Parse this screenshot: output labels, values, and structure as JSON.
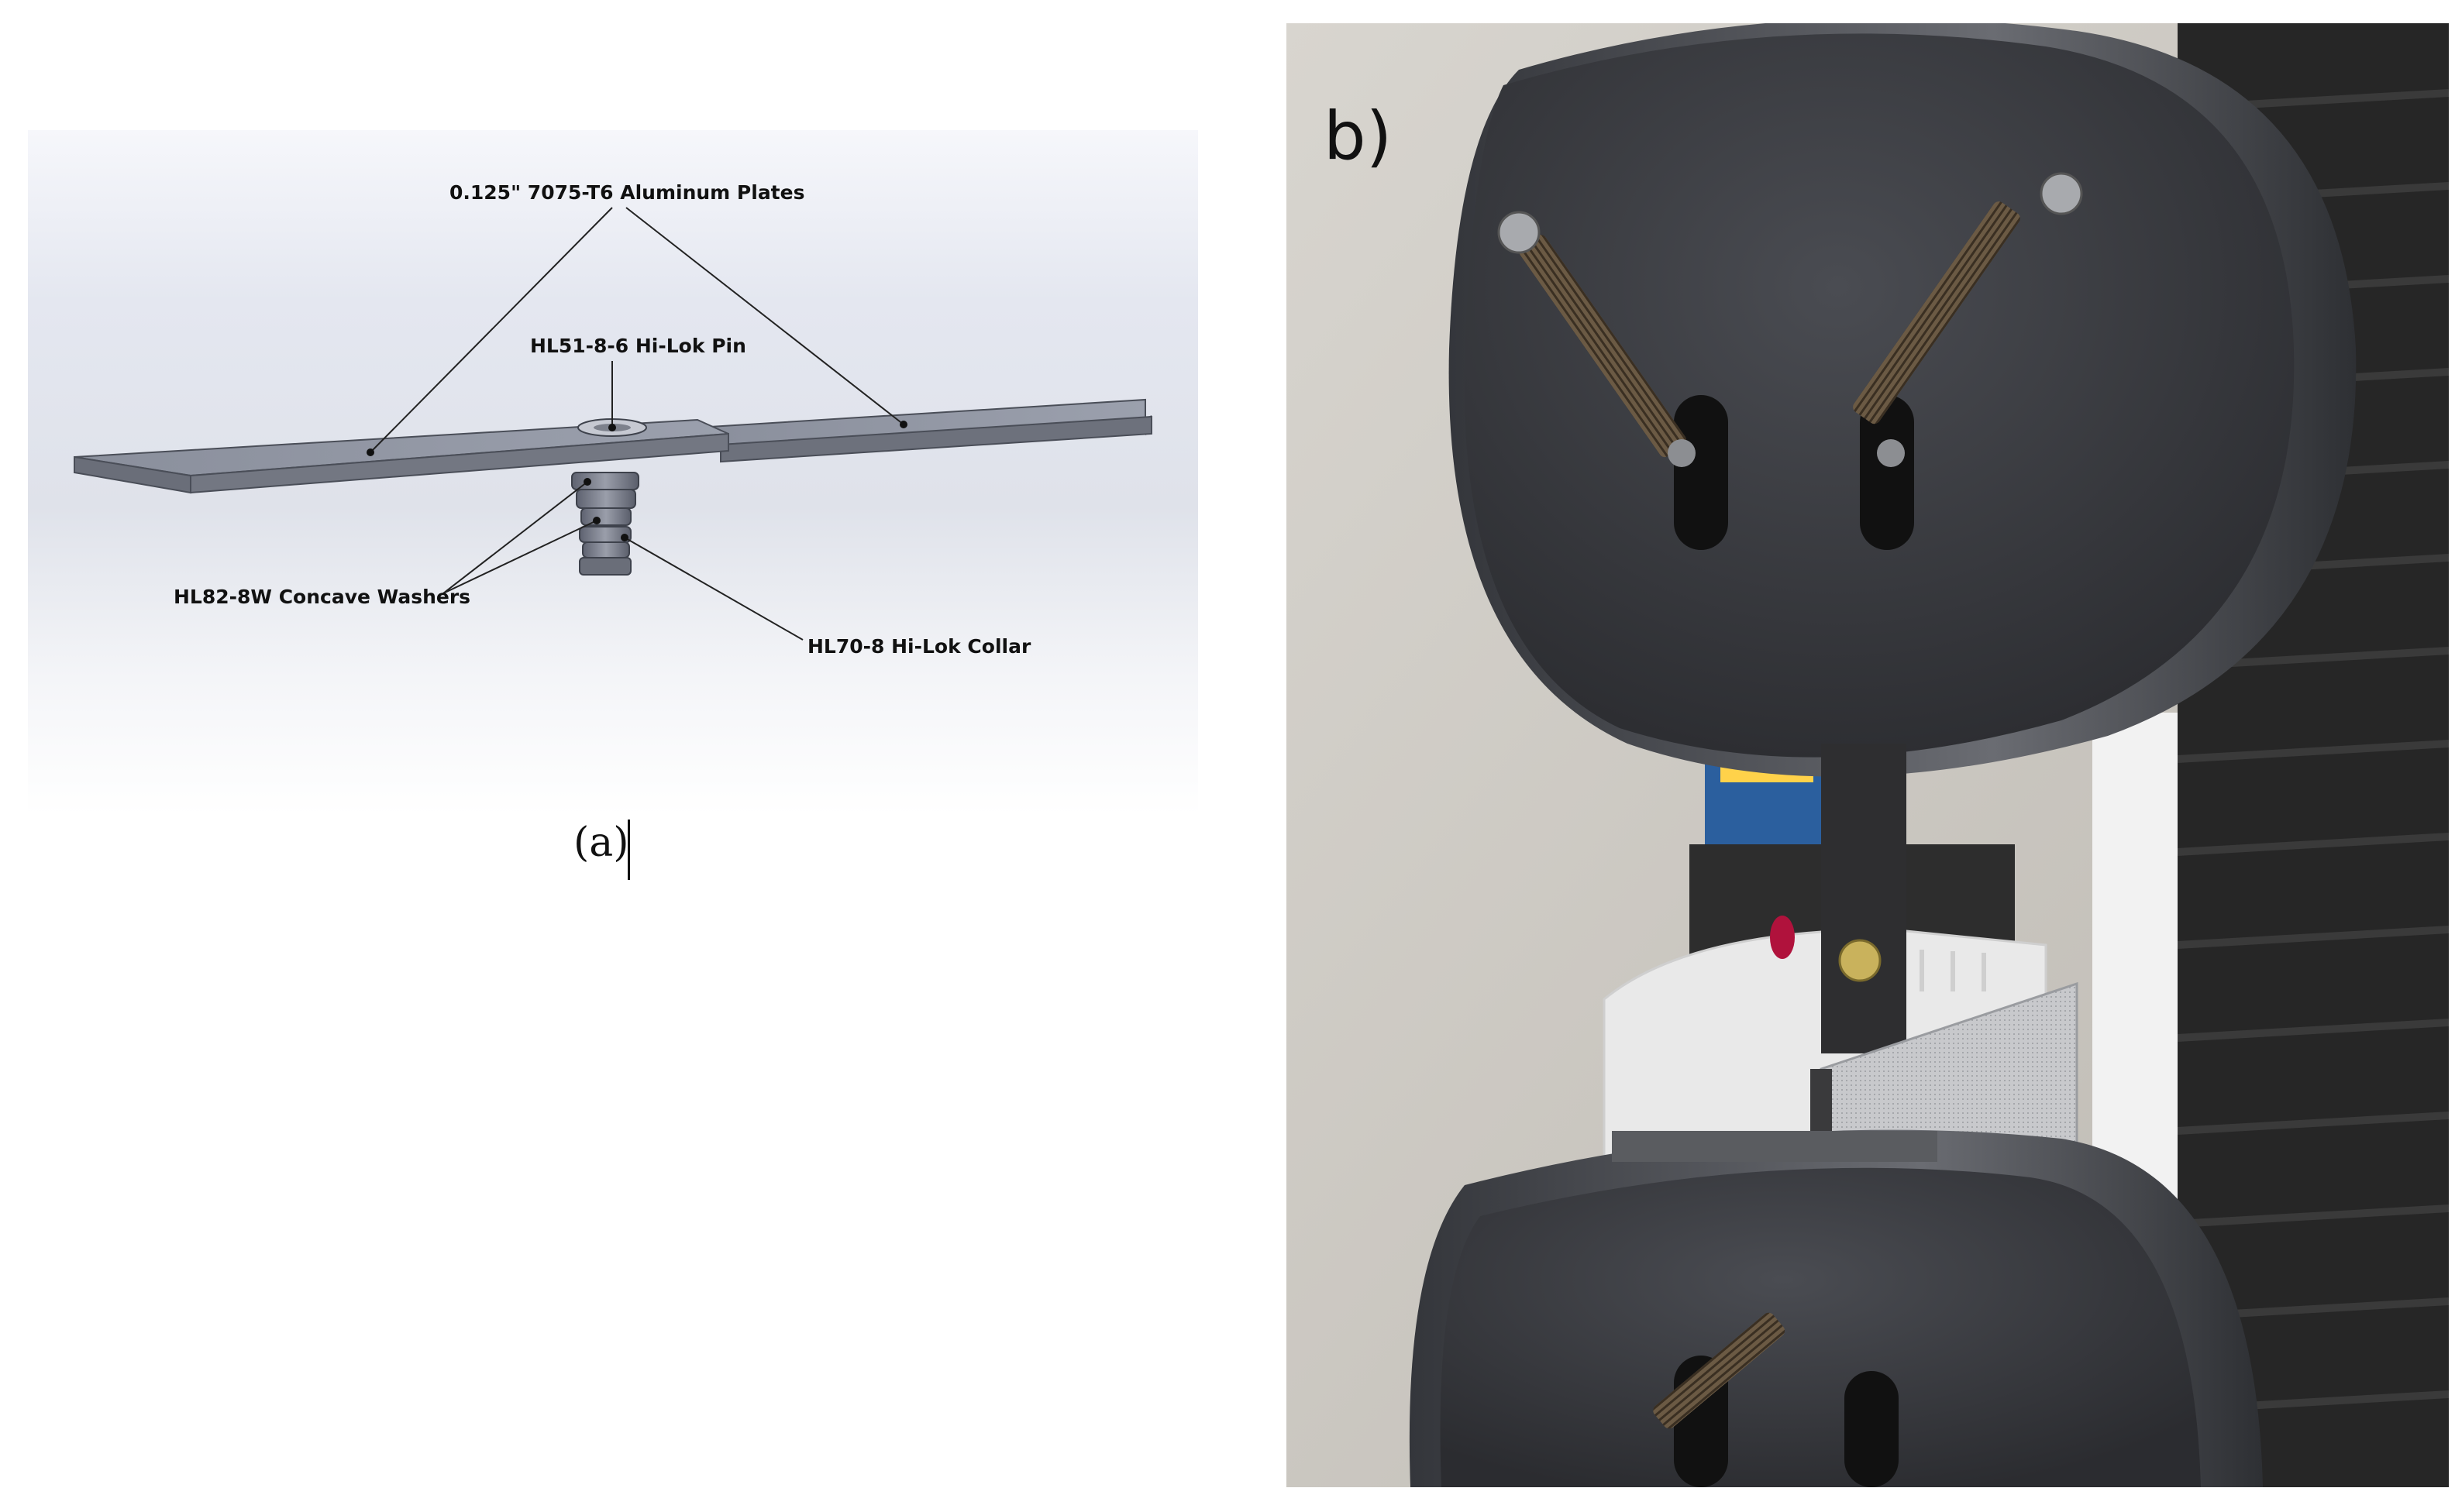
{
  "panel_a": {
    "caption": "(a)",
    "labels": {
      "plates": "0.125\" 7075-T6 Aluminum Plates",
      "pin": "HL51-8-6 Hi-Lok Pin",
      "washers": "HL82-8W Concave Washers",
      "collar": "HL70-8 Hi-Lok Collar"
    }
  },
  "panel_b": {
    "caption": "b)"
  }
}
